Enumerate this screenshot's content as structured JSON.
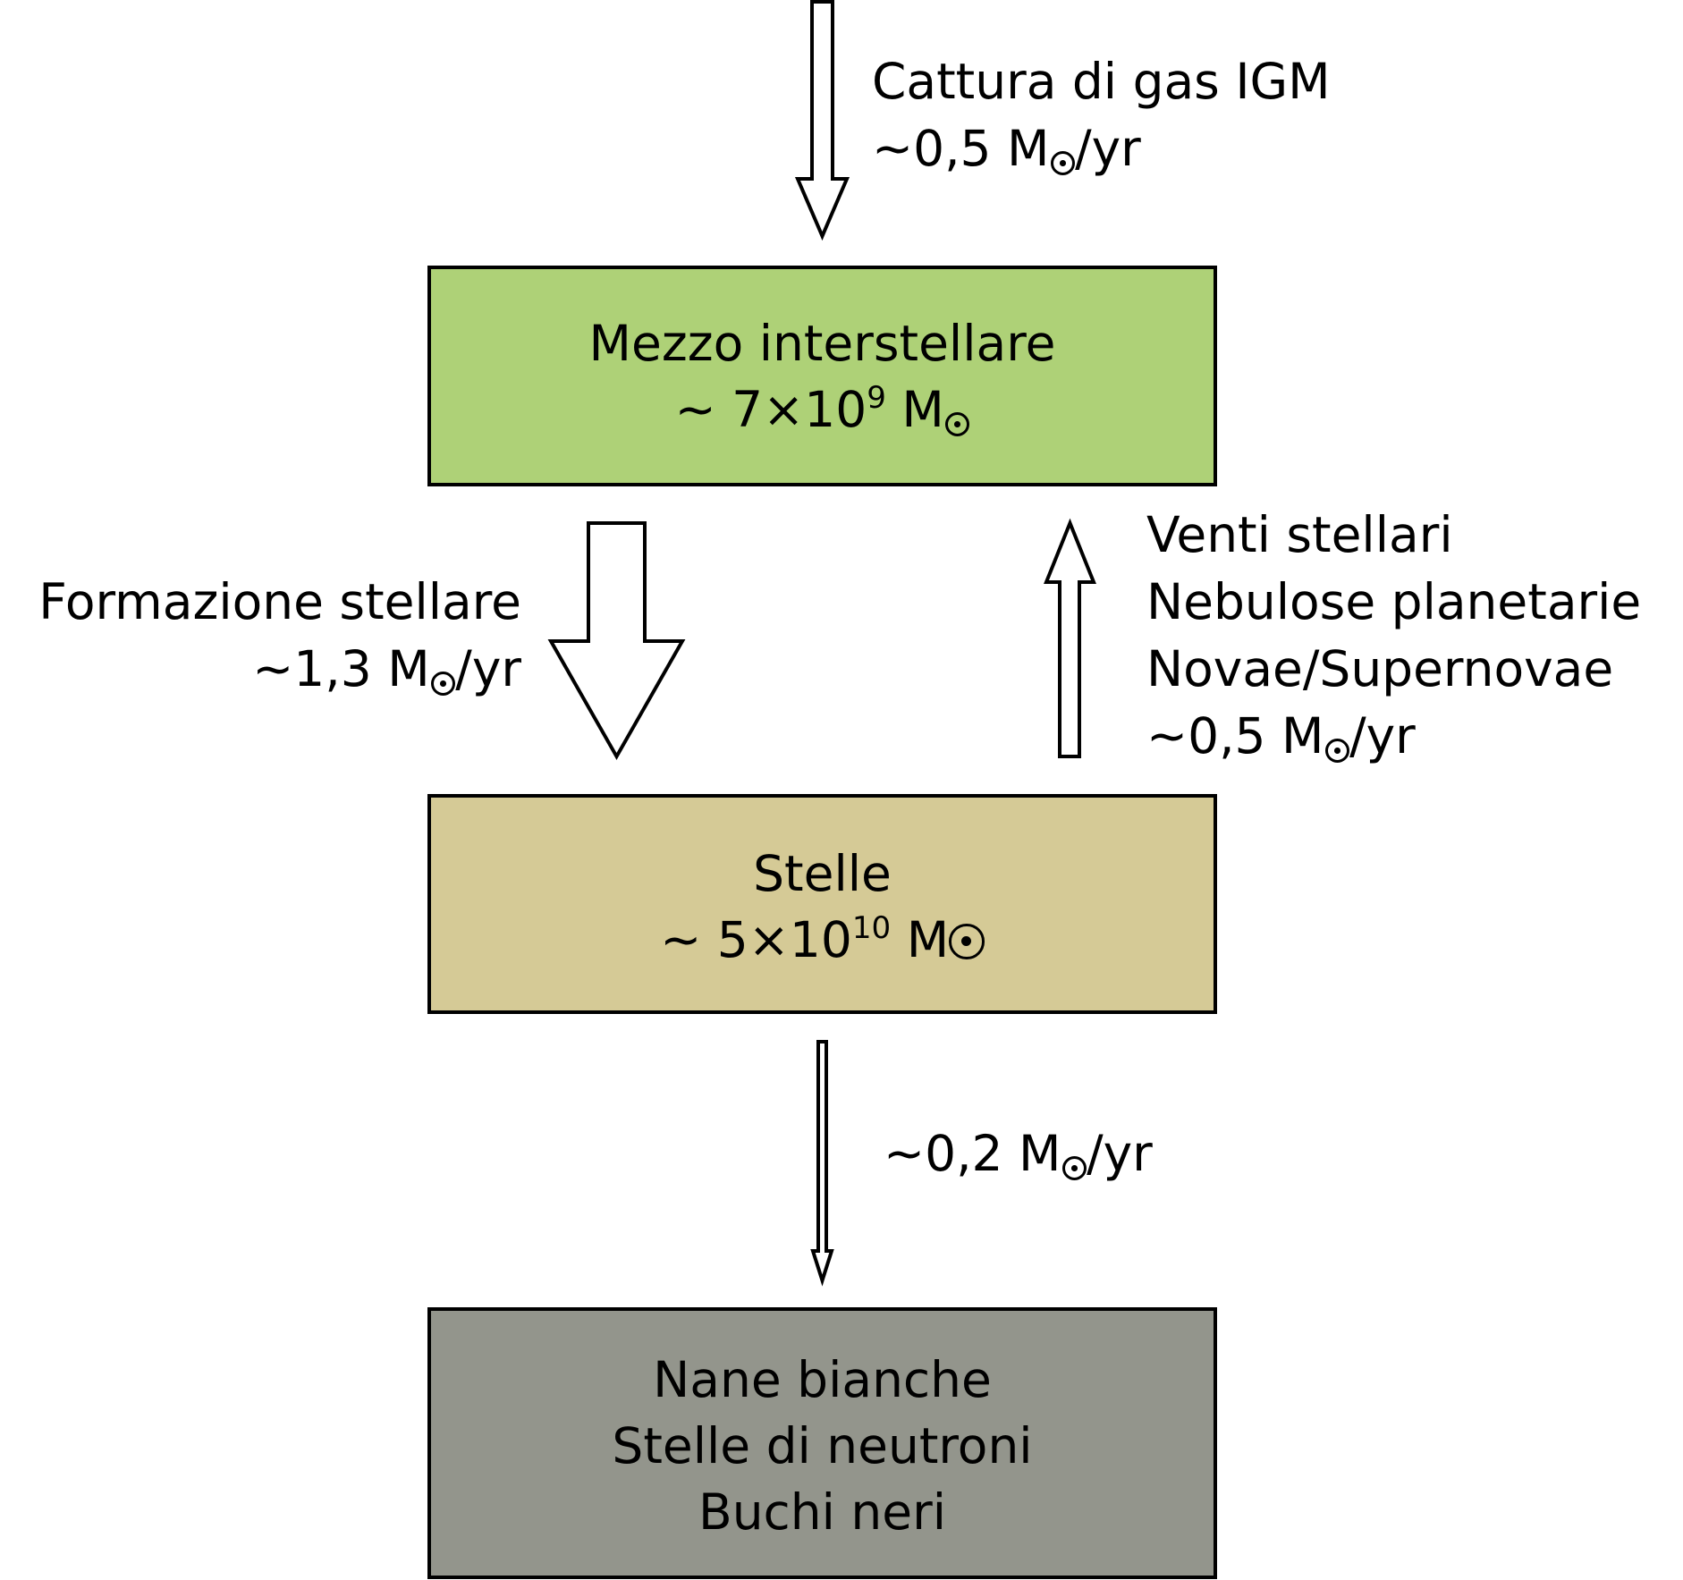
{
  "colors": {
    "ism_fill": "#aed177",
    "stars_fill": "#d5ca96",
    "remnant_fill": "#93958c",
    "stroke": "#000000"
  },
  "icons": {
    "solar_mass": "sun-symbol-icon"
  },
  "inflow": {
    "title": "Cattura di gas IGM",
    "rate_prefix": "~0,5 M",
    "rate_suffix": "/yr"
  },
  "ism": {
    "title": "Mezzo interstellare",
    "mass_prefix": "~ 7×10",
    "mass_exponent": "9",
    "mass_unit": " M"
  },
  "star_formation": {
    "title": "Formazione stellare",
    "rate_prefix": "~1,3 M",
    "rate_suffix": "/yr"
  },
  "mass_return": {
    "line1": "Venti stellari",
    "line2": "Nebulose planetarie",
    "line3": "Novae/Supernovae",
    "rate_prefix": "~0,5 M",
    "rate_suffix": "/yr"
  },
  "stars": {
    "title": "Stelle",
    "mass_prefix": "~ 5×10",
    "mass_exponent": "10",
    "mass_unit": " M"
  },
  "remnant_flow": {
    "rate_prefix": "~0,2 M",
    "rate_suffix": "/yr"
  },
  "remnants": {
    "line1": "Nane bianche",
    "line2": "Stelle di neutroni",
    "line3": "Buchi neri"
  }
}
